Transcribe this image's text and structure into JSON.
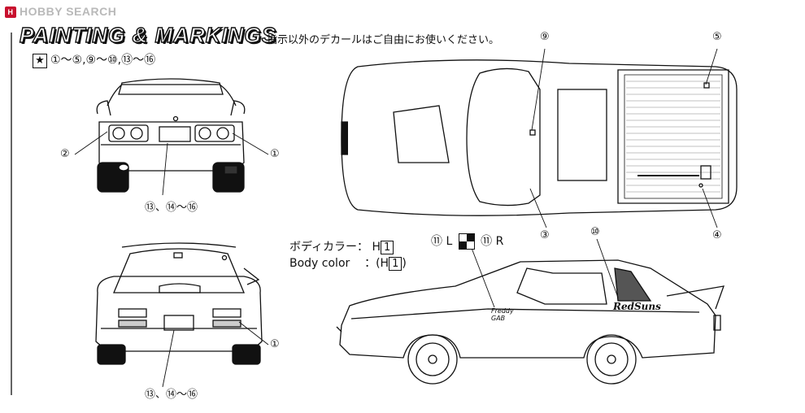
{
  "brand": {
    "text": "HOBBY SEARCH",
    "logo_letter": "H"
  },
  "title": "PAINTING & MARKINGS",
  "note": "指示以外のデカールはご自由にお使いください。",
  "legend": {
    "star": "★",
    "text": "①～⑤,⑨～⑩,⑬～⑯"
  },
  "callouts": {
    "c1_rear": "①",
    "c2_rear": "②",
    "c13_rear": "⑬、⑭～⑯",
    "c9_top": "⑨",
    "c5_top": "⑤",
    "c3_top": "③",
    "c4_top": "④",
    "c1_front": "①",
    "c13_front": "⑬、⑭～⑯",
    "c10_side": "⑩"
  },
  "lr_marker": {
    "left_num": "⑪",
    "left": "L",
    "right_num": "⑪",
    "right": "R"
  },
  "paint": {
    "jp_label": "ボディカラー：",
    "jp_code": "H",
    "jp_num": "1",
    "en_label": "Body color",
    "en_code": "：(H",
    "en_num": "1",
    "en_close": ")"
  },
  "decals": {
    "red_suns": "RedSuns",
    "freddy": "Freddy\nGAB"
  },
  "colors": {
    "line": "#111111",
    "brand_gray": "#b9b9b9",
    "logo_red": "#c8102e"
  }
}
